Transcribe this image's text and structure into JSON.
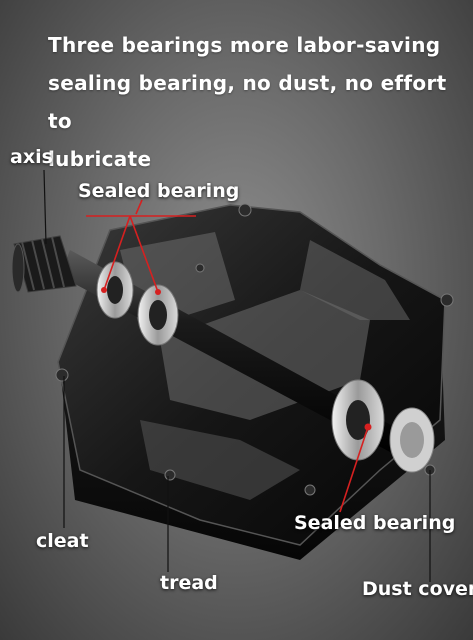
{
  "headline": {
    "line1": "Three bearings more labor-saving",
    "line2": "sealing bearing, no dust, no effort to",
    "line3": "lubricate"
  },
  "labels": {
    "axis": "axis",
    "sealed_bearing_top": "Sealed bearing",
    "cleat": "cleat",
    "sealed_bearing_bottom": "Sealed bearing",
    "tread": "tread",
    "dust_cover": "Dust cover"
  },
  "colors": {
    "text": "#ffffff",
    "callout_red": "#d62020",
    "pedal_black": "#141414",
    "bearing_silver": "#c8c8c8"
  }
}
